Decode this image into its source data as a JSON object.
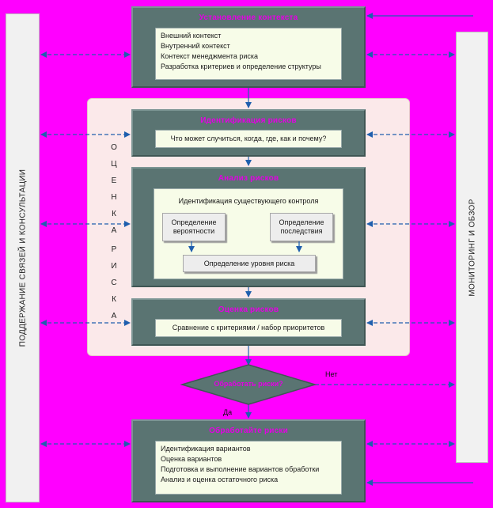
{
  "left_bar": {
    "label": "ПОДДЕРЖАНИЕ СВЯЗЕЙ И КОНСУЛЬТАЦИИ"
  },
  "right_bar": {
    "label": "МОНИТОРИНГ И ОБЗОР"
  },
  "assessment_label": [
    "О",
    "Ц",
    "Е",
    "Н",
    "К",
    "А",
    "",
    "Р",
    "И",
    "С",
    "К",
    "А"
  ],
  "context": {
    "title": "Установление контекста",
    "items": [
      "Внешний контекст",
      "Внутренний контекст",
      "Контекст менеджмента риска",
      "Разработка критериев и определение структуры"
    ]
  },
  "identification": {
    "title": "Идентификация рисков",
    "text": "Что может случиться, когда, где, как и почему?"
  },
  "analysis": {
    "title": "Анализ рисков",
    "controls": "Идентификация существующего контроля",
    "probability": "Определение вероятности",
    "consequences": "Определение последствия",
    "level": "Определение уровня риска"
  },
  "evaluation": {
    "title": "Оценка рисков",
    "text": "Сравнение с критериями / набор приоритетов"
  },
  "decision": {
    "question": "Обработать риски?",
    "no": "Нет",
    "yes": "Да"
  },
  "treatment": {
    "title": "Обработайте риски",
    "items": [
      "Идентификация вариантов",
      "Оценка вариантов",
      "Подготовка и выполнение вариантов обработки",
      "Анализ и оценка остаточного риска"
    ]
  },
  "colors": {
    "page": "#ff00ff",
    "box": "#5a7472",
    "title": "#e400e4",
    "inner": "#f7fce8",
    "arrow": "#1f5fae"
  }
}
